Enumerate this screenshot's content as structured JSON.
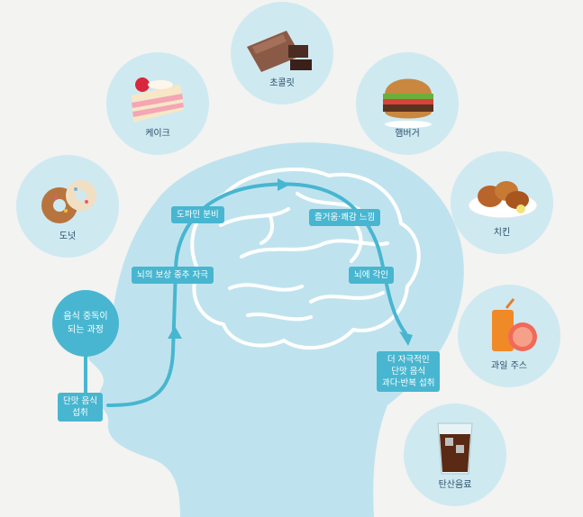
{
  "foods": [
    {
      "id": "donut",
      "label": "도넛",
      "icon": "donut-icon"
    },
    {
      "id": "cake",
      "label": "케이크",
      "icon": "cake-icon"
    },
    {
      "id": "chocolate",
      "label": "초콜릿",
      "icon": "chocolate-icon"
    },
    {
      "id": "hamburger",
      "label": "햄버거",
      "icon": "hamburger-icon"
    },
    {
      "id": "chicken",
      "label": "치킨",
      "icon": "fried-chicken-icon"
    },
    {
      "id": "juice",
      "label": "과일 주스",
      "icon": "juice-icon"
    },
    {
      "id": "soda",
      "label": "탄산음료",
      "icon": "soda-icon"
    }
  ],
  "process": {
    "start": {
      "line1": "음식 중독이",
      "line2": "되는 과정"
    },
    "steps": {
      "intake": {
        "line1": "단맛 음식",
        "line2": "섭취"
      },
      "reward": "뇌의 보상 중추 자극",
      "dopamine": "도파민 분비",
      "pleasure": "즐거움·쾌감 느낌",
      "memory": "뇌에 각인",
      "overeat": {
        "line1": "더 자극적인",
        "line2": "단맛 음식",
        "line3": "과다·반복 섭취"
      }
    }
  },
  "colors": {
    "background": "#f3f3f1",
    "head": "#bfe3ee",
    "circle": "#cfe9f1",
    "accent": "#48b6d0",
    "brain_line": "#ffffff",
    "label_text": "#2a4e6a"
  }
}
